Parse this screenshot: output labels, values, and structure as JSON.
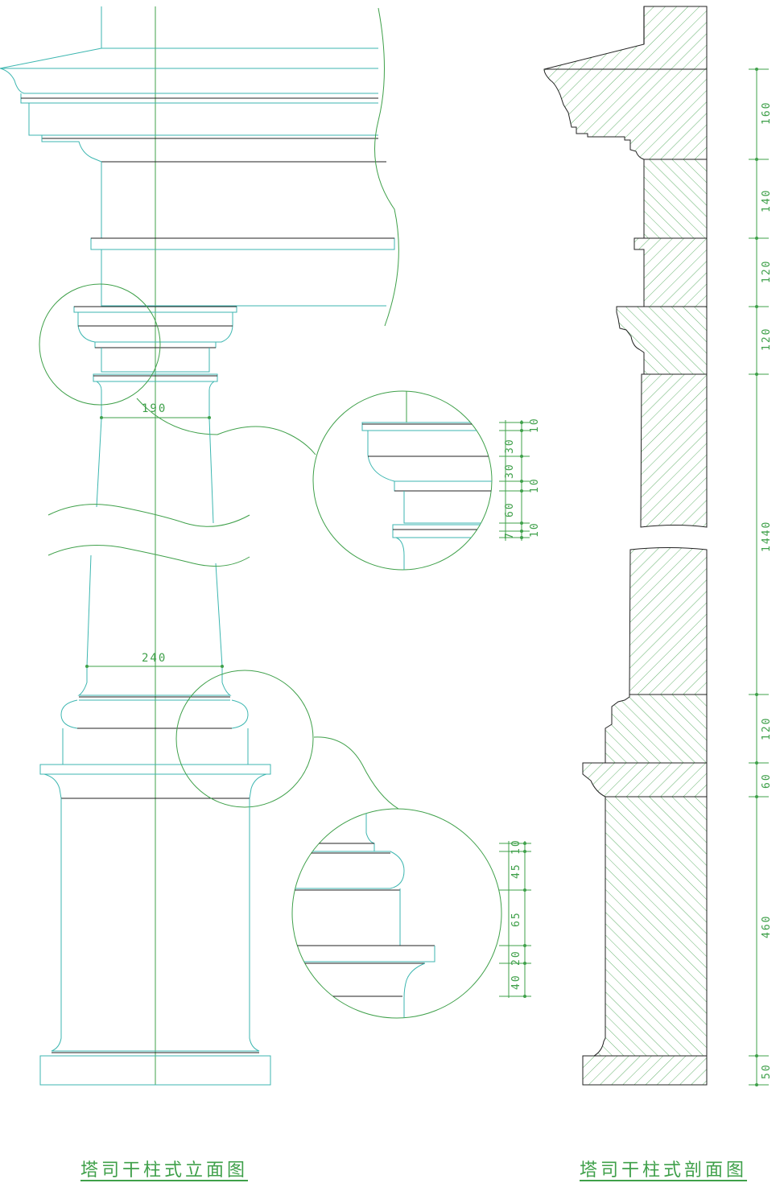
{
  "elevation": {
    "caption": "塔司干柱式立面图",
    "dim_top_diameter": "190",
    "dim_bottom_diameter": "240",
    "detail_capital_dims": [
      "10",
      "30",
      "30",
      "10",
      "60",
      "10",
      "7"
    ],
    "detail_base_dims": [
      "10",
      "45",
      "65",
      "20",
      "40"
    ]
  },
  "section": {
    "caption": "塔司干柱式剖面图",
    "dims": [
      "160",
      "140",
      "120",
      "120",
      "1440",
      "120",
      "60",
      "460",
      "50"
    ]
  },
  "colors": {
    "line_green": "#3fa04a",
    "line_cyan": "#3cb6b0",
    "line_dark": "#222222"
  }
}
